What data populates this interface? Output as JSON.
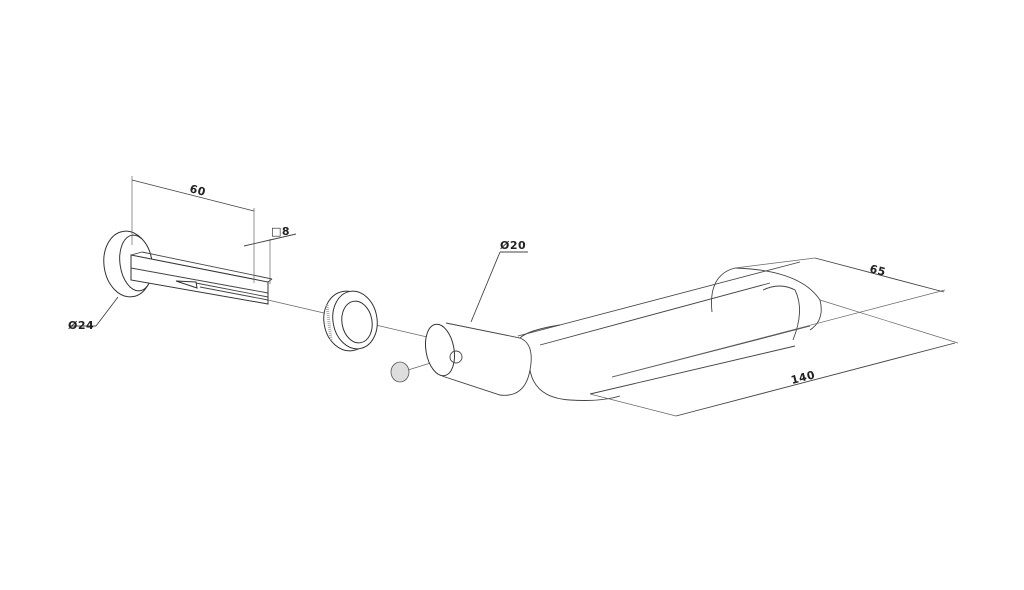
{
  "diagram": {
    "type": "exploded technical drawing",
    "subject": "lever door handle with square spindle, rose and grub screw",
    "parts": [
      {
        "name": "rose with square spindle",
        "dimension_labels": [
          "60",
          "□8",
          "Ø24"
        ]
      },
      {
        "name": "threaded collar ring",
        "dimension_labels": []
      },
      {
        "name": "grub screw",
        "dimension_labels": []
      },
      {
        "name": "U-shaped lever handle",
        "dimension_labels": [
          "Ø20",
          "65",
          "140"
        ]
      }
    ],
    "dimensions": {
      "spindle_length": "60",
      "spindle_square": "□8",
      "rose_diameter": "Ø24",
      "handle_tube_diameter": "Ø20",
      "handle_projection": "65",
      "handle_length": "140"
    },
    "colors": {
      "background": "#ffffff",
      "line": "#444444",
      "text": "#222222"
    }
  }
}
